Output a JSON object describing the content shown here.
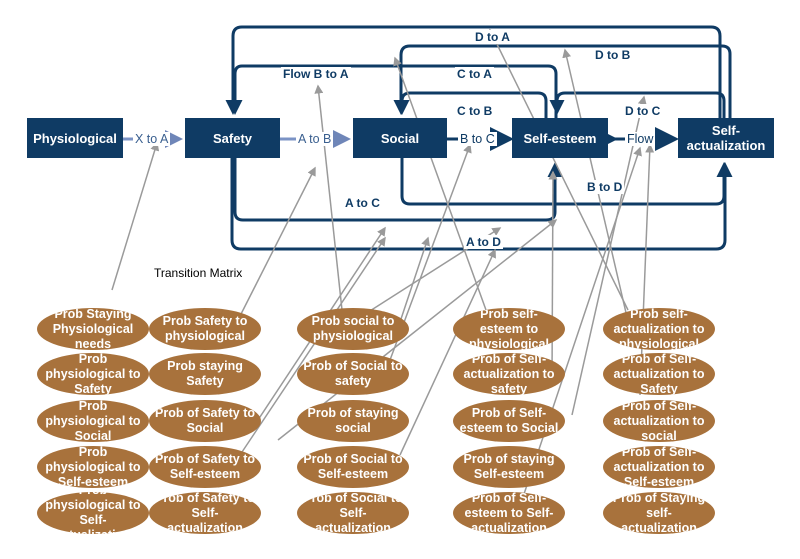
{
  "nodes": {
    "physiological": "Physiological",
    "safety": "Safety",
    "social": "Social",
    "self_esteem": "Self-esteem",
    "self_actualization": "Self-\nactualization"
  },
  "chain_labels": {
    "x_to_a": "X to A",
    "a_to_b": "A to B",
    "b_to_c": "B to C",
    "flow": "Flow"
  },
  "loop_labels": {
    "d_to_a": "D to A",
    "d_to_b": "D to B",
    "flow_b_to_a": "Flow B to A",
    "c_to_a": "C to A",
    "c_to_b": "C to B",
    "d_to_c": "D to C",
    "b_to_d": "B to D",
    "a_to_c": "A to C",
    "a_to_d": "A to D"
  },
  "transition_matrix_title": "Transition Matrix",
  "matrix": [
    [
      "Prob Staying Physiological needs",
      "Prob Safety to physiological",
      "Prob social to physiological",
      "Prob self-esteem to physiological",
      "Prob self-actualization to physiological"
    ],
    [
      "Prob physiological to Safety",
      "Prob staying Safety",
      "Prob of Social to safety",
      "Prob of Self-actualization to safety",
      "Prob of Self-actualization to Safety"
    ],
    [
      "Prob physiological to Social",
      "Prob of Safety to Social",
      "Prob of staying social",
      "Prob of Self-esteem to Social",
      "Prob of Self-actualization to social"
    ],
    [
      "Prob physiological to Self-esteem",
      "Prob of Safety to Self-esteem",
      "Prob of Social to Self-esteem",
      "Prob of staying Self-esteem",
      "Prob of Self-actualization to Self-esteem"
    ],
    [
      "Prob physiological to Self-actualization",
      "Prob of Safety to Self-actualization",
      "Prob of Social to Self-actualization",
      "Prob of Self-esteem to Self-actualization",
      "Prob of Staying self-actualization"
    ]
  ]
}
